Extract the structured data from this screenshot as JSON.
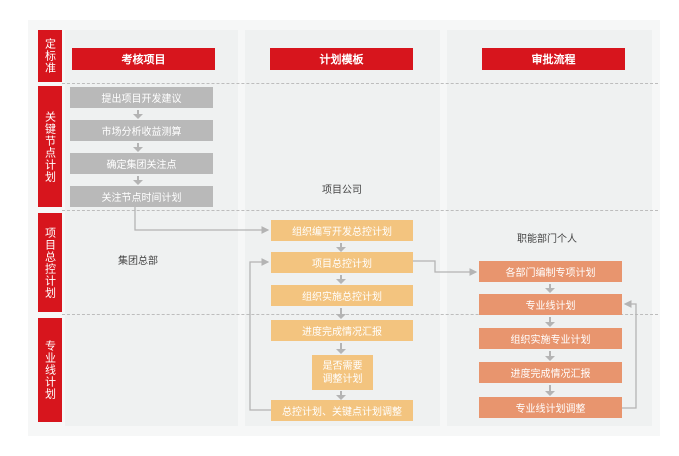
{
  "rows": [
    "定标准",
    "关键节点计划",
    "项目总控计划",
    "专业线计划"
  ],
  "headers": [
    "考核项目",
    "计划模板",
    "审批流程"
  ],
  "key_nodes": [
    "提出项目开发建议",
    "市场分析收益测算",
    "确定集团关注点",
    "关注节点时间计划"
  ],
  "labels": {
    "company": "项目公司",
    "group": "集团总部",
    "dept": "职能部门个人"
  },
  "master_plan": [
    "组织编写开发总控计划",
    "项目总控计划",
    "组织实施总控计划",
    "进度完成情况汇报",
    "是否需要调整计划",
    "总控计划、关键点计划调整"
  ],
  "specialty_plan": [
    "各部门编制专项计划",
    "专业线计划",
    "组织实施专业计划",
    "进度完成情况汇报",
    "专业线计划调整"
  ],
  "colors": {
    "red": "#d7151d",
    "gray": "#b9b9b9",
    "orange": "#f3c47f",
    "salmon": "#e8956e"
  }
}
